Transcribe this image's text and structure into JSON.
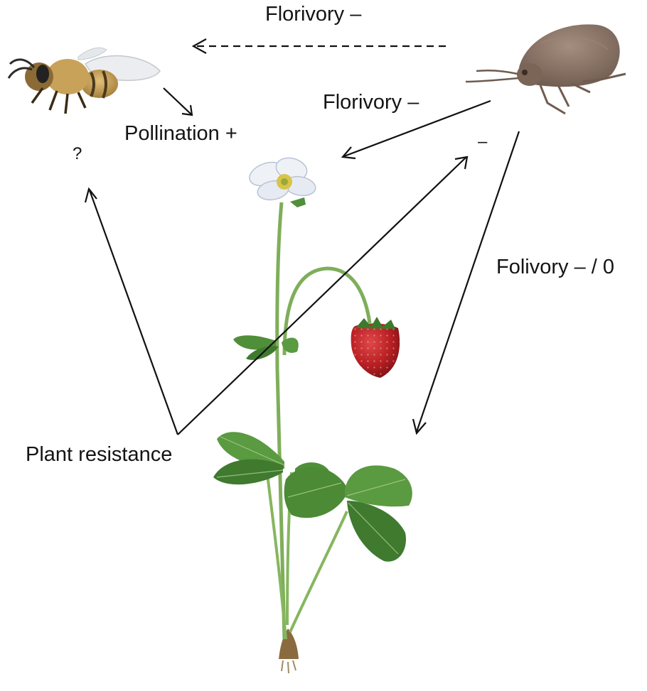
{
  "diagram": {
    "labels": {
      "florivory_top": "Florivory  –",
      "florivory_mid": "Florivory  –",
      "pollination": "Pollination +",
      "folivory": "Folivory  – / 0",
      "plant_resistance": "Plant resistance",
      "unknown_effect": "?",
      "resistance_on_beetle": "–"
    },
    "organisms": {
      "pollinator": "bee-icon",
      "herbivore": "beetle-icon",
      "plant": "wild-strawberry-plant"
    },
    "colors": {
      "text": "#141414",
      "arrow": "#111111",
      "stem": "#7fae5a",
      "leaf": "#4f8f3a",
      "petal": "#eef2f7",
      "berry": "#c0262b",
      "bee_body": "#c9a25a",
      "beetle_body": "#8a7565"
    }
  }
}
